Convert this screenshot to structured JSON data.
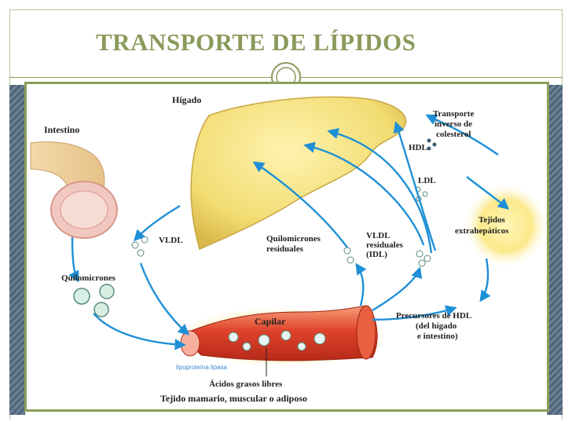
{
  "slide": {
    "title": "TRANSPORTE DE LÍPIDOS"
  },
  "diagram": {
    "labels": {
      "higado": "Hígado",
      "intestino": "Intestino",
      "transporte_line1": "Transporte",
      "transporte_line2": "inverso de",
      "transporte_line3": "colesterol",
      "hdl": "HDL",
      "ldl": "LDL",
      "tejidos_line1": "Tejidos",
      "tejidos_line2": "extrahepáticos",
      "vldl": "VLDL",
      "quilo_resid_line1": "Quilomicrones",
      "quilo_resid_line2": "residuales",
      "vldl_resid_line1": "VLDL",
      "vldl_resid_line2": "residuales",
      "vldl_resid_line3": "(IDL)",
      "quilomicrones": "Quilomicrones",
      "capilar": "Capilar",
      "precursores_line1": "Precursores de HDL",
      "precursores_line2": "(del hígado",
      "precursores_line3": "e intestino)",
      "lipoproteina": "lipoproteína lipasa",
      "acidos": "Ácidos grasos libres",
      "tejido_mamario": "Tejido mamario, muscular o adiposo"
    },
    "colors": {
      "arrow": "#1e90d6",
      "liver": "#f2dc72",
      "vessel": "#e0432b",
      "title": "#8a9a5b",
      "frame": "#8aa05a"
    }
  }
}
